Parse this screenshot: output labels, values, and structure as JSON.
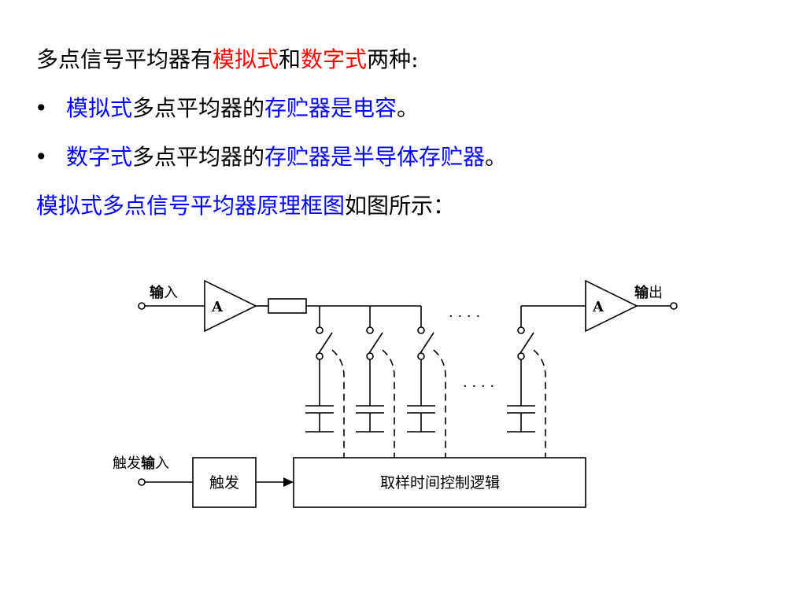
{
  "heading": {
    "part1": "多点信号平均器有",
    "part2": "模拟式",
    "part3": "和",
    "part4": "数字式",
    "part5": "两种:"
  },
  "bullets": [
    {
      "mark": "•",
      "a": "模拟式",
      "b": "多点平均器的",
      "c": "存贮器是电容",
      "d": "。"
    },
    {
      "mark": "•",
      "a": "数字式",
      "b": "多点平均器的",
      "c": "存贮器是半导体存贮器",
      "d": "。"
    }
  ],
  "last_line": {
    "a": "模拟式多点信号平均器原理框图",
    "b": "如图所示："
  },
  "diagram": {
    "input_label_bold": "输",
    "input_label_rest": "入",
    "output_label_bold": "输",
    "output_label_rest": "出",
    "amp_label": "A",
    "dots": "· · · ·",
    "trigger_input_pre": "触发",
    "trigger_input_bold": "输",
    "trigger_input_rest": "入",
    "trigger_box": "触发",
    "logic_box": "取样时间控制逻辑"
  }
}
